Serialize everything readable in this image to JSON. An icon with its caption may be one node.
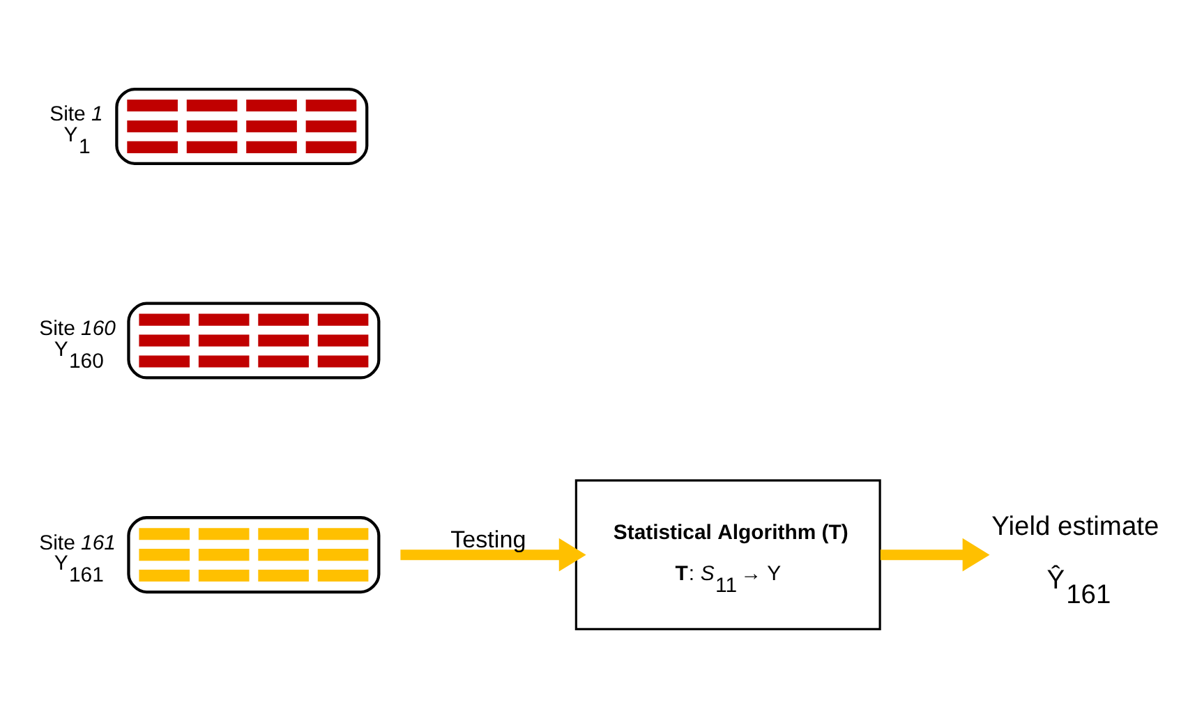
{
  "diagram": {
    "nodes": [
      {
        "text": [],
        "shape": "picture",
        "beside": [
          "Site *1*",
          "Y$_{1}$"
        ]
      },
      {
        "text": [],
        "shape": "picture",
        "beside": [
          "Site *160*",
          "Y$_{160}$"
        ]
      },
      {
        "text": [],
        "shape": "picture",
        "beside": [
          "Site *161*",
          "Y$_{161}$"
        ]
      },
      {
        "text": [
          "**Statistical Algorithm (T)**",
          "**T**: *S*$_{11}$ → Y"
        ]
      },
      {
        "text": [
          "Yield estimate",
          "Ŷ$_{161}$"
        ]
      }
    ],
    "edges": [
      {
        "from": 2,
        "to": 3,
        "arrow": "to",
        "label": "Testing"
      },
      {
        "from": 3,
        "to": 4,
        "arrow": "to"
      }
    ]
  }
}
